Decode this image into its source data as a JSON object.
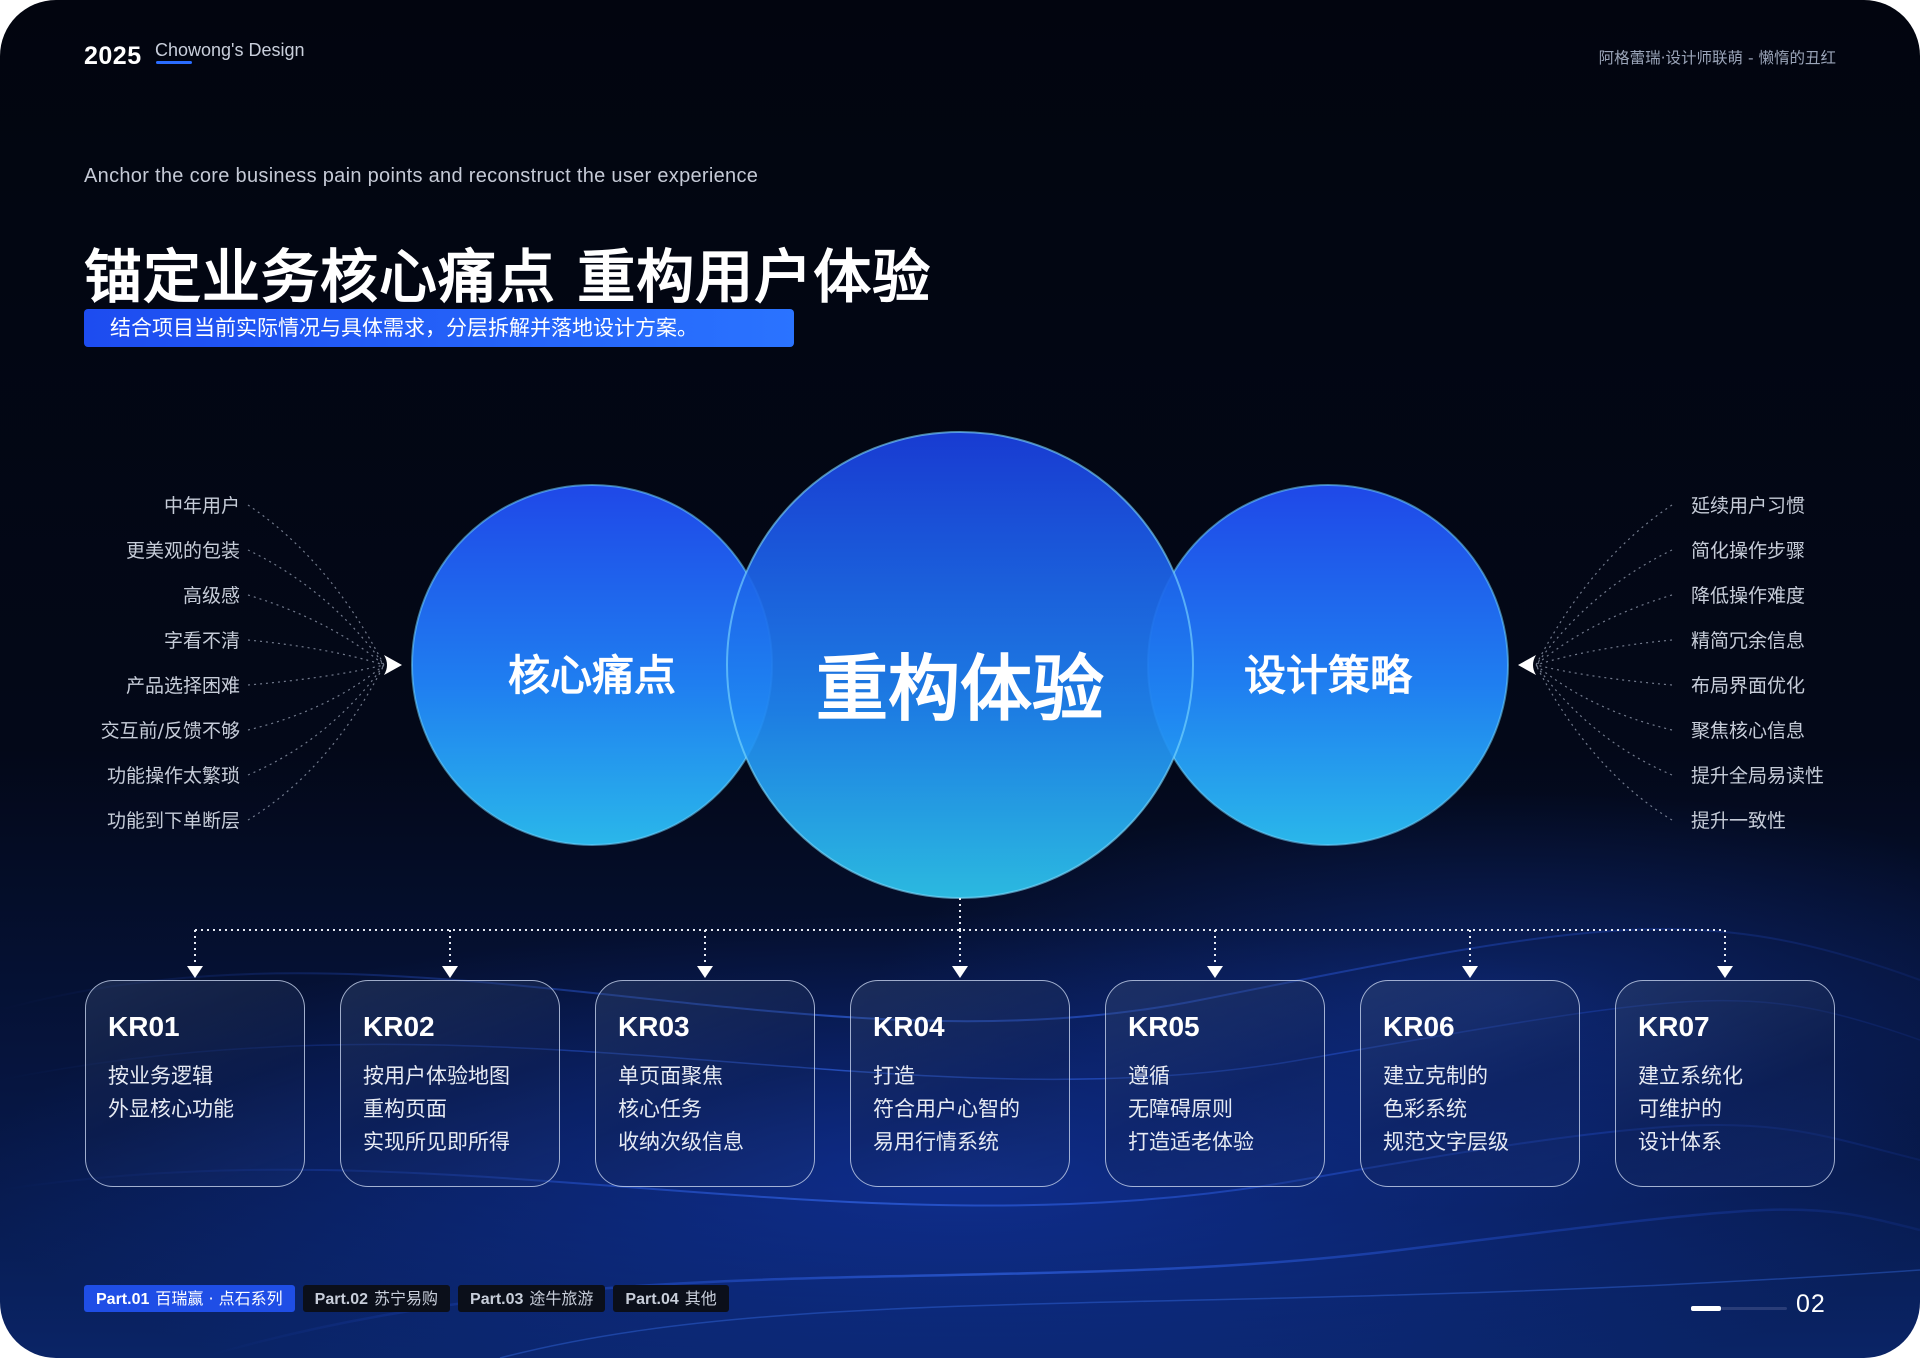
{
  "header": {
    "year": "2025",
    "brand": "Chowong's Design",
    "right_text": "阿格蕾瑞·设计师联萌 - 懒惰的丑红"
  },
  "subtitle_en": "Anchor the core business pain points and reconstruct the user experience",
  "title": "锚定业务核心痛点 重构用户体验",
  "tagline": "结合项目当前实际情况与具体需求，分层拆解并落地设计方案。",
  "circles": {
    "left": "核心痛点",
    "center": "重构体验",
    "right": "设计策略"
  },
  "pain_points": [
    "中年用户",
    "更美观的包装",
    "高级感",
    "字看不清",
    "产品选择困难",
    "交互前/反馈不够",
    "功能操作太繁琐",
    "功能到下单断层"
  ],
  "strategies": [
    "延续用户习惯",
    "简化操作步骤",
    "降低操作难度",
    "精简冗余信息",
    "布局界面优化",
    "聚焦核心信息",
    "提升全局易读性",
    "提升一致性"
  ],
  "krs": [
    {
      "code": "KR01",
      "lines": [
        "按业务逻辑",
        "外显核心功能"
      ]
    },
    {
      "code": "KR02",
      "lines": [
        "按用户体验地图",
        "重构页面",
        "实现所见即所得"
      ]
    },
    {
      "code": "KR03",
      "lines": [
        "单页面聚焦",
        "核心任务",
        "收纳次级信息"
      ]
    },
    {
      "code": "KR04",
      "lines": [
        "打造",
        "符合用户心智的",
        "易用行情系统"
      ]
    },
    {
      "code": "KR05",
      "lines": [
        "遵循",
        "无障碍原则",
        "打造适老体验"
      ]
    },
    {
      "code": "KR06",
      "lines": [
        "建立克制的",
        "色彩系统",
        "规范文字层级"
      ]
    },
    {
      "code": "KR07",
      "lines": [
        "建立系统化",
        "可维护的",
        "设计体系"
      ]
    }
  ],
  "footer": {
    "parts": [
      {
        "num": "Part.01",
        "label": "百瑞赢 · 点石系列",
        "active": true
      },
      {
        "num": "Part.02",
        "label": "苏宁易购",
        "active": false
      },
      {
        "num": "Part.03",
        "label": "途牛旅游",
        "active": false
      },
      {
        "num": "Part.04",
        "label": "其他",
        "active": false
      }
    ],
    "page_number": "02"
  },
  "colors": {
    "accent": "#1f4ee6",
    "circle_top": "#1f48e8",
    "circle_bottom": "#2ab7ea",
    "background": "#02050f"
  }
}
